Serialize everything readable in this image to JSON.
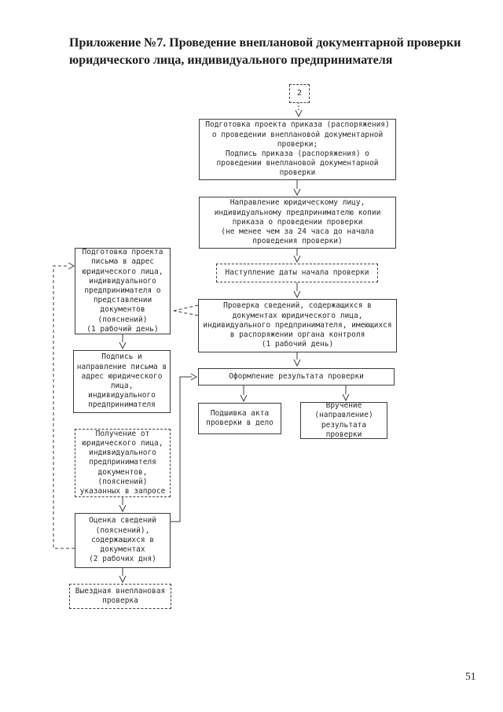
{
  "document": {
    "title": "Приложение №7. Проведение внеплановой документарной проверки юридического лица, индивидуального предпринимателя",
    "page_number": "51"
  },
  "flowchart": {
    "entry": {
      "label": "2"
    },
    "center": {
      "prepare_order": {
        "text": "Подготовка проекта приказа (распоряжения)\nо проведении внеплановой документарной\nпроверки;\nПодпись приказа (распоряжения) о\nпроведении внеплановой документарной\nпроверки"
      },
      "send_copy": {
        "text": "Направление юридическому лицу,\nиндивидуальному предпринимателю копии\nприказа о проведении проверки\n(не менее чем за 24 часа до начала\nпроведения проверки)"
      },
      "start_date": {
        "text": "Наступление даты начала проверки"
      },
      "verify_info": {
        "text": "Проверка сведений, содержащихся в\nдокументах юридического лица,\nиндивидуального предпринимателя, имеющихся\nв распоряжении органа контроля\n(1 рабочий день)"
      },
      "formalize_result": {
        "text": "Оформление результата проверки"
      },
      "file_act": {
        "text": "Подшивка акта\nпроверки в дело"
      },
      "deliver_result": {
        "text": "Вручение\n(направление)\nрезультата проверки"
      }
    },
    "left": {
      "prepare_letter": {
        "text": "Подготовка проекта\nписьма в адрес\nюридического лица,\nиндивидуального\nпредпринимателя о\nпредставлении\nдокументов\n(пояснений)\n(1 рабочий день)"
      },
      "sign_send_letter": {
        "text": "Подпись и\nнаправление письма в\nадрес юридического\nлица,\nиндивидуального\nпредпринимателя"
      },
      "receive_documents": {
        "text": "Получение от\nюридического лица,\nиндивидуального\nпредпринимателя\nдокументов,\n(пояснений)\nуказанных в запросе"
      },
      "evaluate_info": {
        "text": "Оценка сведений\n(пояснений),\nсодержащихся в\nдокументах\n(2 рабочих дня)"
      },
      "onsite_inspection": {
        "text": "Выездная внеплановая\nпроверка"
      }
    }
  }
}
